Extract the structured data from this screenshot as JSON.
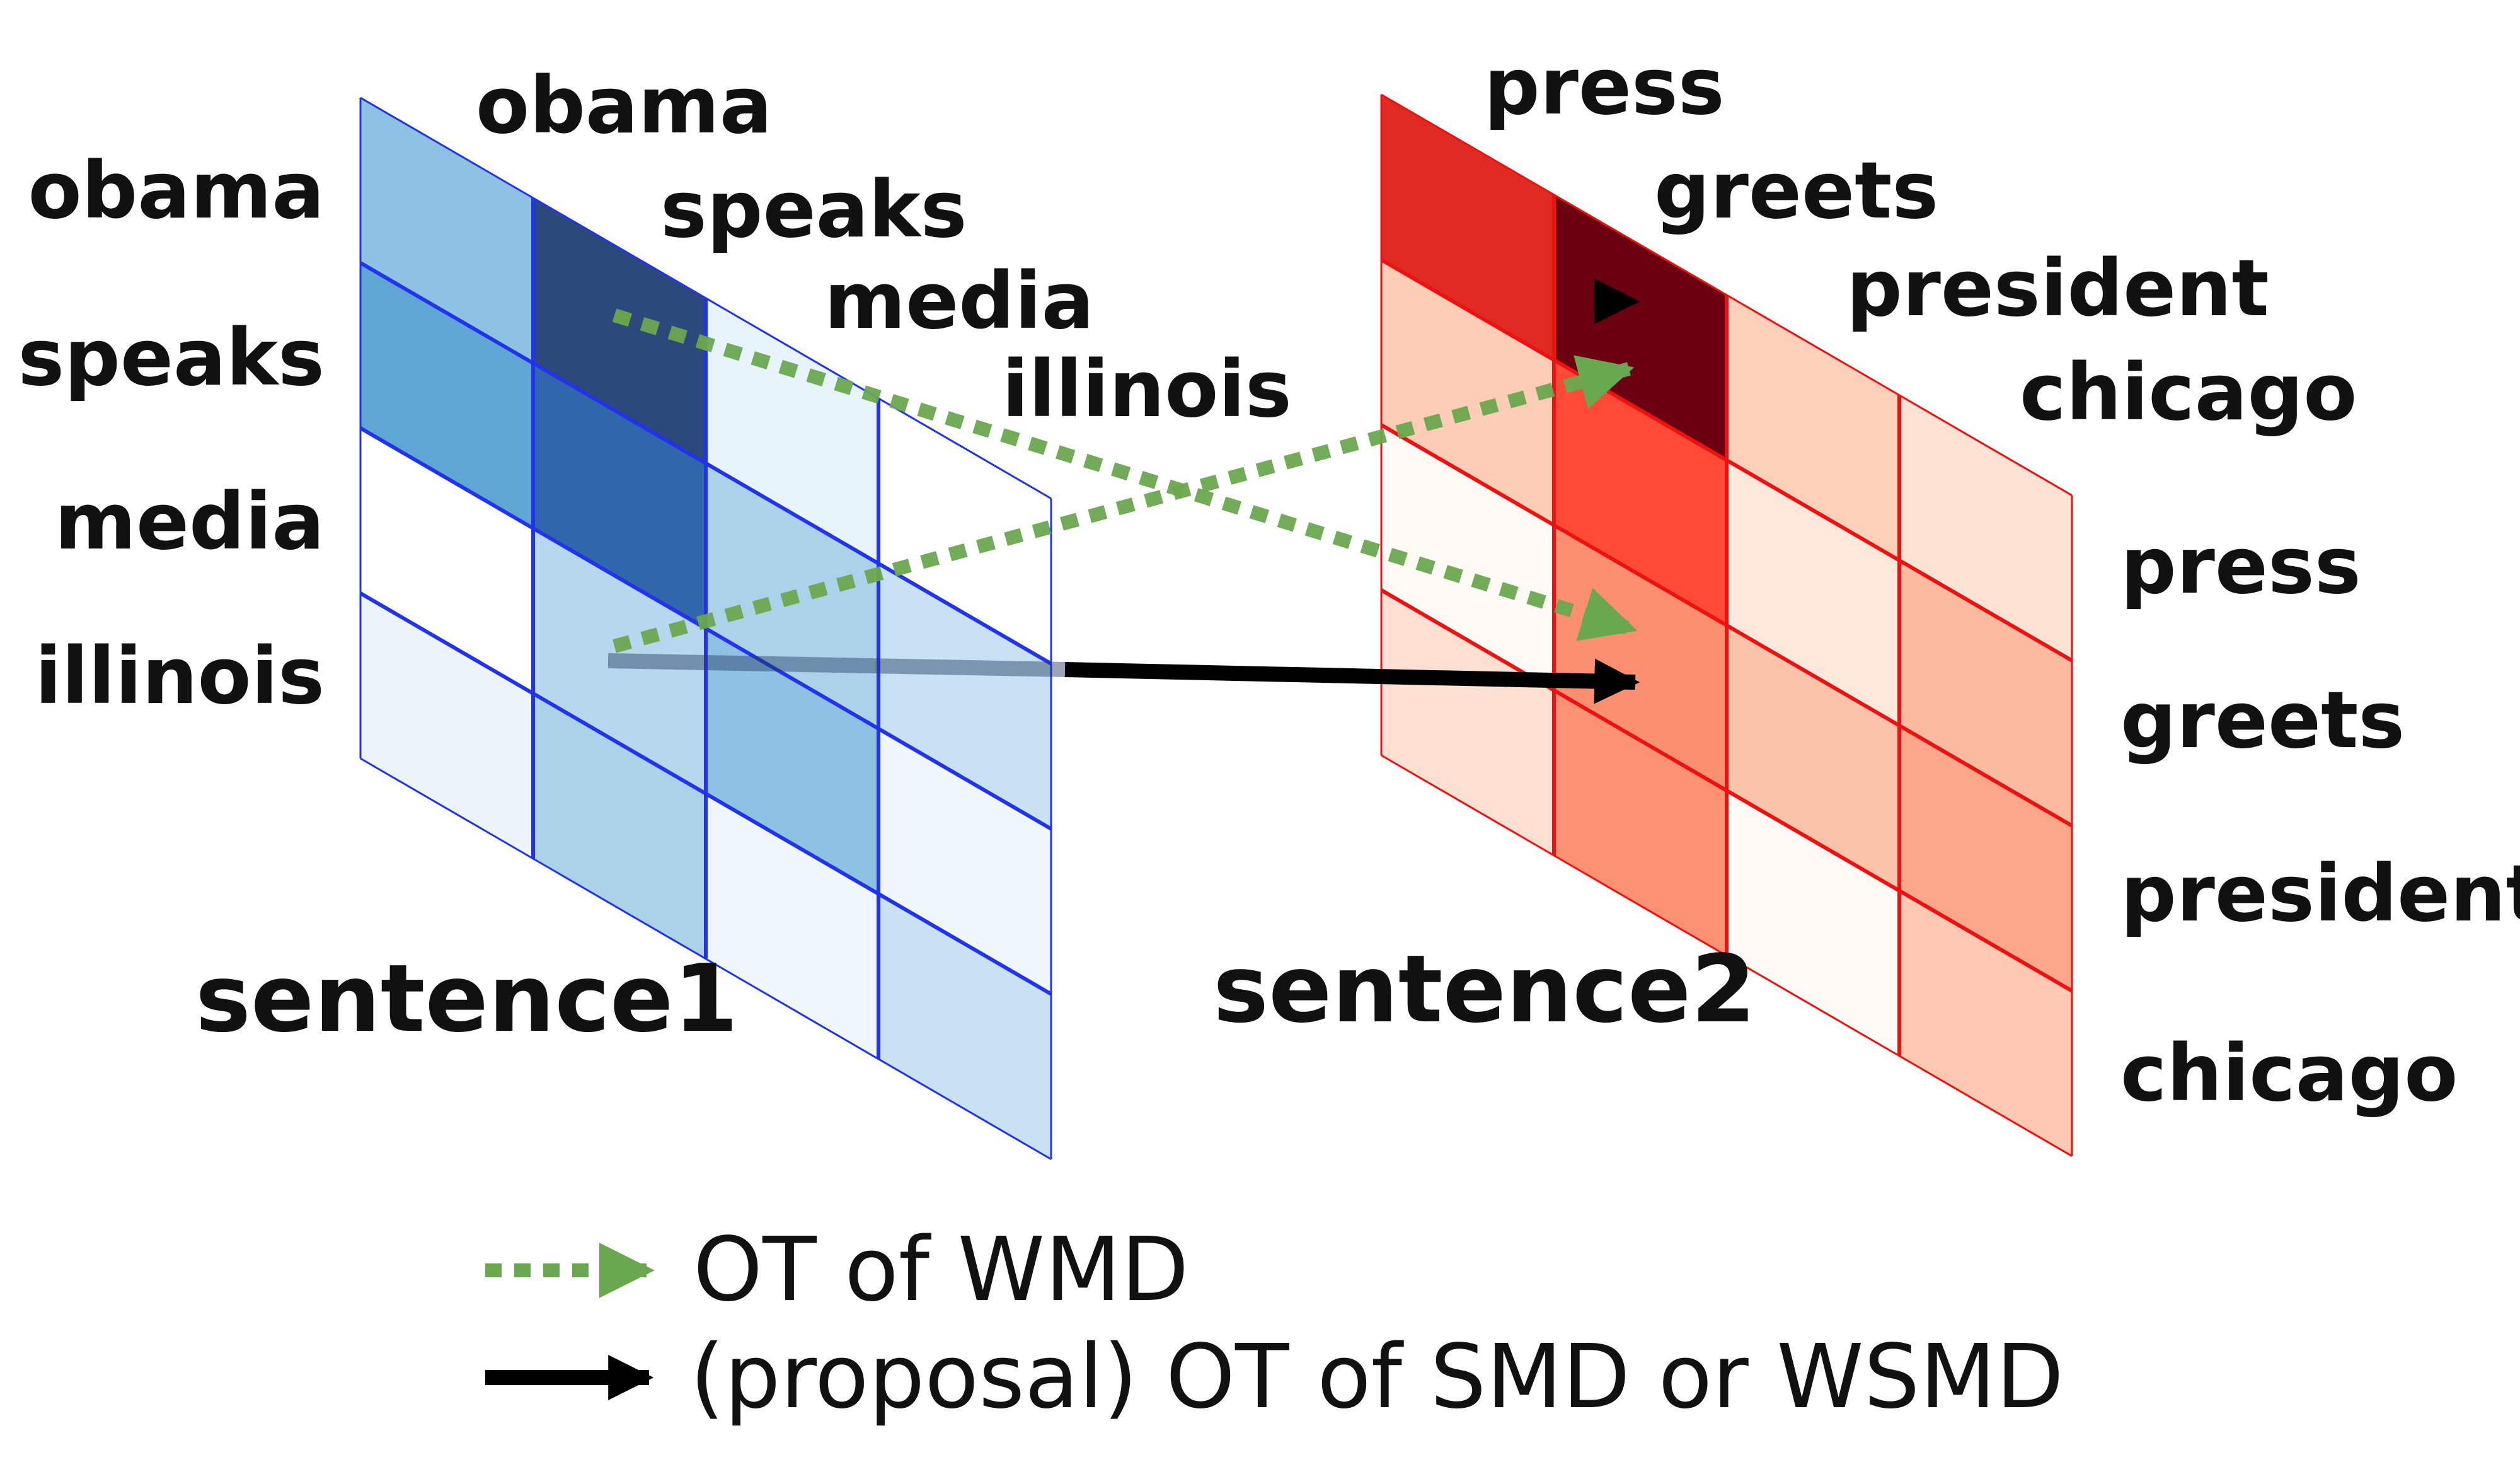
{
  "colors": {
    "blue_grid_line": "#2233ee",
    "red_grid_line": "#ee1111",
    "ot_wmd_arrow": "#6aa84f",
    "ot_smd_arrow": "#000000"
  },
  "matrix1": {
    "title": "sentence1",
    "row_labels": [
      "obama",
      "speaks",
      "media",
      "illinois"
    ],
    "col_labels": [
      "obama",
      "speaks",
      "media",
      "illinois"
    ],
    "cell_colors": [
      [
        "#8ec2e4",
        "#2c497c",
        "#e8f4fb",
        "#ffffff"
      ],
      [
        "#5fa6d4",
        "#2f66ac",
        "#acd2ea",
        "#c8e1f3"
      ],
      [
        "#ffffff",
        "#b7d7ee",
        "#8ec2e4",
        "#eff6fc"
      ],
      [
        "#ebf4fb",
        "#acd2ea",
        "#eff6fc",
        "#c8e1f3"
      ]
    ]
  },
  "matrix2": {
    "title": "sentence2",
    "row_labels": [
      "press",
      "greets",
      "president",
      "chicago"
    ],
    "col_labels": [
      "press",
      "greets",
      "president",
      "chicago"
    ],
    "cell_colors": [
      [
        "#e02b23",
        "#6b0010",
        "#fdd0ba",
        "#fee2d4"
      ],
      [
        "#fdcdb6",
        "#ff4b35",
        "#fee8dc",
        "#fcbba1"
      ],
      [
        "#fffaf5",
        "#fc8f70",
        "#fcc3ab",
        "#fca789"
      ],
      [
        "#fee0d2",
        "#fc9174",
        "#fffaf6",
        "#fdc9b2"
      ]
    ]
  },
  "legend": {
    "ot_wmd": "OT of WMD",
    "ot_smd": "(proposal) OT of SMD or WSMD"
  }
}
